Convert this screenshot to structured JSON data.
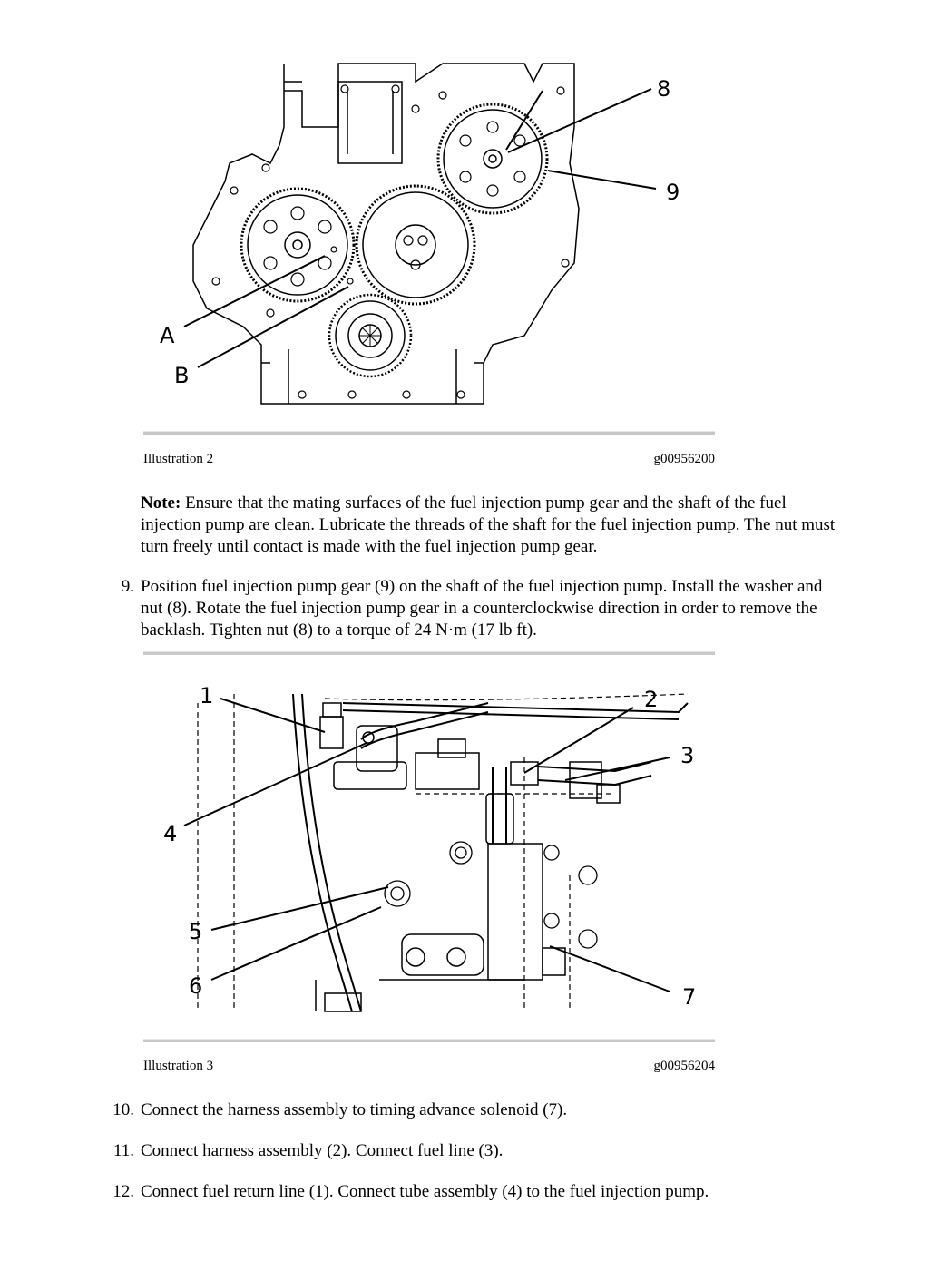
{
  "illustration2": {
    "caption_label": "Illustration 2",
    "caption_id": "g00956200",
    "callouts": {
      "c8": "8",
      "c9": "9",
      "cA": "A",
      "cB": "B"
    }
  },
  "note": {
    "label": "Note:",
    "text": "Ensure that the mating surfaces of the fuel injection pump gear and the shaft of the fuel injection pump are clean. Lubricate the threads of the shaft for the fuel injection pump. The nut must turn freely until contact is made with the fuel injection pump gear."
  },
  "step9": {
    "number": "9.",
    "text": "Position fuel injection pump gear (9) on the shaft of the fuel injection pump. Install the washer and nut (8). Rotate the fuel injection pump gear in a counterclockwise direction in order to remove the backlash. Tighten nut (8) to a torque of 24 N·m (17 lb ft)."
  },
  "illustration3": {
    "caption_label": "Illustration 3",
    "caption_id": "g00956204",
    "callouts": {
      "c1": "1",
      "c2": "2",
      "c3": "3",
      "c4": "4",
      "c5": "5",
      "c6": "6",
      "c7": "7"
    }
  },
  "steps": [
    {
      "number": "10.",
      "text": "Connect the harness assembly to timing advance solenoid (7)."
    },
    {
      "number": "11.",
      "text": "Connect harness assembly (2). Connect fuel line (3)."
    },
    {
      "number": "12.",
      "text": "Connect fuel return line (1). Connect tube assembly (4) to the fuel injection pump."
    }
  ]
}
